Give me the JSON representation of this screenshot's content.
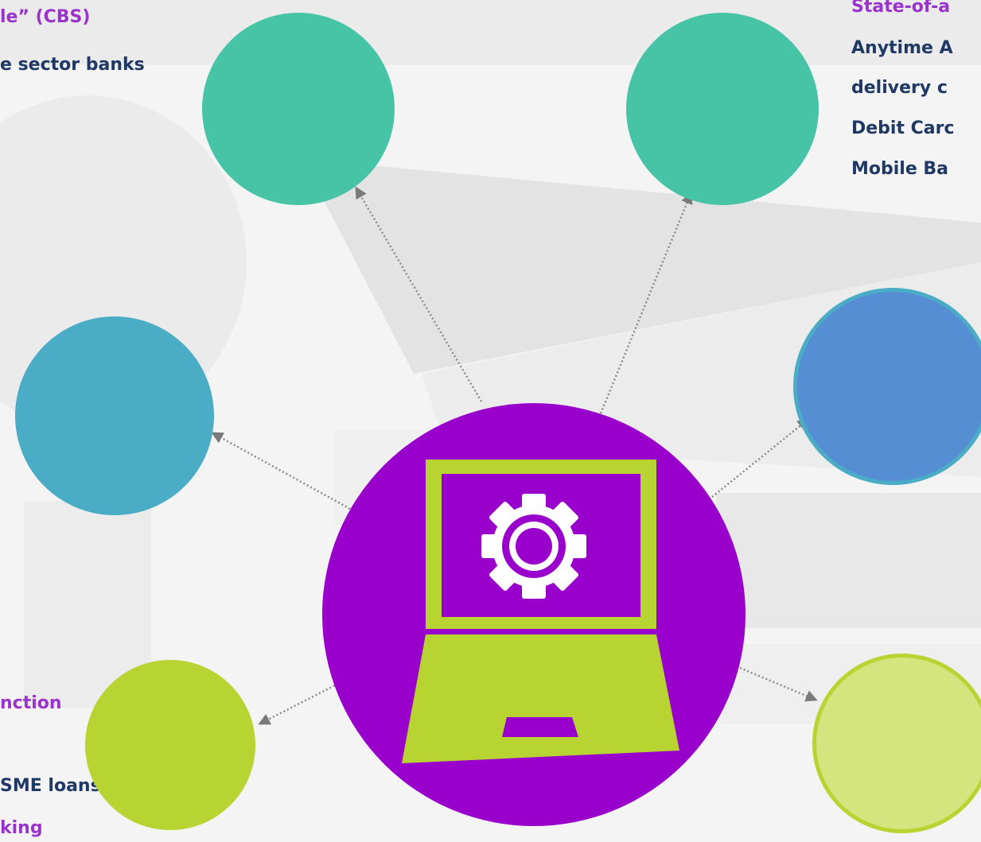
{
  "texts": {
    "top_left_line1": "le” (CBS)",
    "top_left_line2": "e sector banks",
    "top_right_line1": "State-of-a",
    "top_right_line2": "Anytime A",
    "top_right_line3": "delivery c",
    "top_right_line4": "Debit Carc",
    "top_right_line5": "Mobile Ba",
    "bottom_left_line1": "nction",
    "bottom_left_line2": "SME loans.",
    "bottom_left_line3": "king"
  },
  "colors": {
    "hub": "#9900cc",
    "laptop": "#b8d432",
    "teal": "#47c4a5",
    "blue_teal": "#4bacc6",
    "blue": "#568ed4",
    "lime": "#b8d432",
    "light_lime": "#d4e57f",
    "accent_text": "#9933cc",
    "body_text": "#1f3864"
  },
  "icons": {
    "center": "laptop-gear-icon"
  }
}
